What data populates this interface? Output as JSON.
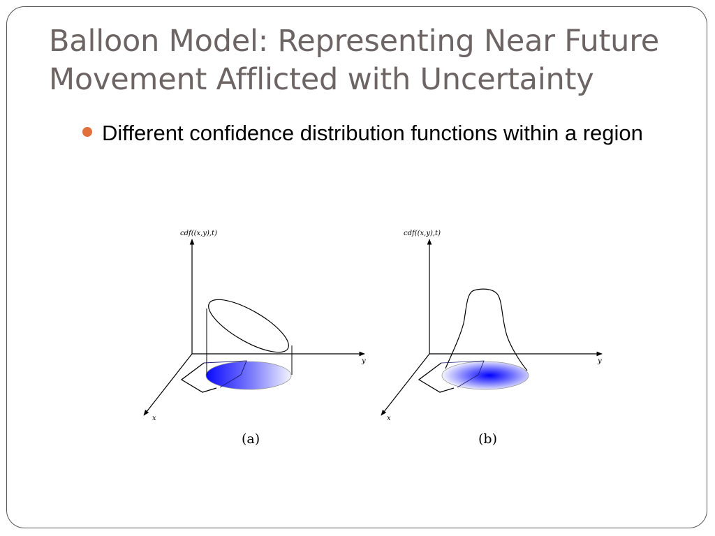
{
  "slide": {
    "title_lines": [
      "Balloon Model: Representing Near Future",
      "Movement Afflicted with Uncertainty"
    ],
    "bullets": [
      "Different confidence distribution functions within a region"
    ],
    "accent_color": "#e2703a",
    "title_color": "#6d6466"
  },
  "figure": {
    "panel_a": {
      "z_label": "cdf((x,y),t)",
      "y_label": "y",
      "x_label": "x",
      "caption": "(a)"
    },
    "panel_b": {
      "z_label": "cdf((x,y),t)",
      "y_label": "y",
      "x_label": "x",
      "caption": "(b)"
    },
    "region_color": "#1a1aff"
  }
}
